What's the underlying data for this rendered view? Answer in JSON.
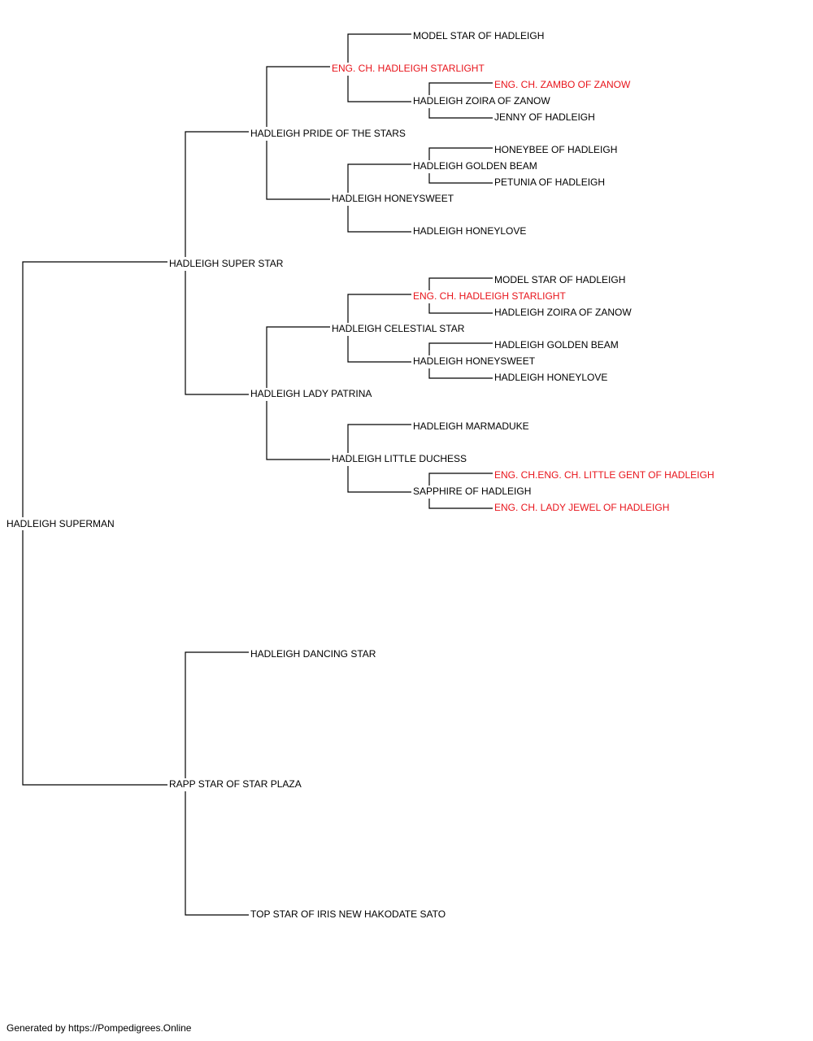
{
  "colors": {
    "line": "#000000",
    "text": "#000000",
    "champion": "#e8141b"
  },
  "pedigree": {
    "subject": {
      "name": "HADLEIGH SUPERMAN"
    },
    "sire": {
      "name": "HADLEIGH SUPER STAR"
    },
    "dam": {
      "name": "RAPP STAR OF STAR PLAZA"
    },
    "sire_sire": {
      "name": "HADLEIGH PRIDE OF THE STARS"
    },
    "sire_dam": {
      "name": "HADLEIGH LADY PATRINA"
    },
    "dam_sire": {
      "name": "HADLEIGH DANCING STAR"
    },
    "dam_dam": {
      "name": "TOP STAR OF IRIS NEW HAKODATE SATO"
    },
    "ss_sire": {
      "name": "ENG. CH. HADLEIGH STARLIGHT",
      "champion": true
    },
    "ss_dam": {
      "name": "HADLEIGH HONEYSWEET"
    },
    "sd_sire": {
      "name": "HADLEIGH CELESTIAL STAR"
    },
    "sd_dam": {
      "name": "HADLEIGH LITTLE DUCHESS"
    },
    "sss_sire": {
      "name": "MODEL STAR OF HADLEIGH"
    },
    "sss_dam": {
      "name": "HADLEIGH ZOIRA OF ZANOW"
    },
    "ssd_sire": {
      "name": "HADLEIGH GOLDEN BEAM"
    },
    "ssd_dam": {
      "name": "HADLEIGH HONEYLOVE"
    },
    "sds_sire": {
      "name": "ENG. CH. HADLEIGH STARLIGHT",
      "champion": true
    },
    "sds_dam": {
      "name": "HADLEIGH HONEYSWEET"
    },
    "sdd_sire": {
      "name": "HADLEIGH MARMADUKE"
    },
    "sdd_dam": {
      "name": "SAPPHIRE OF HADLEIGH"
    },
    "sssd_sire": {
      "name": "ENG. CH. ZAMBO OF ZANOW",
      "champion": true
    },
    "sssd_dam": {
      "name": "JENNY OF HADLEIGH"
    },
    "ssds_sire": {
      "name": "HONEYBEE OF HADLEIGH"
    },
    "ssds_dam": {
      "name": "PETUNIA OF HADLEIGH"
    },
    "sdss_sire": {
      "name": "MODEL STAR OF HADLEIGH"
    },
    "sdss_dam": {
      "name": "HADLEIGH ZOIRA OF ZANOW"
    },
    "sdsd_sire": {
      "name": "HADLEIGH GOLDEN BEAM"
    },
    "sdsd_dam": {
      "name": "HADLEIGH HONEYLOVE"
    },
    "sddd_sire": {
      "name": "ENG. CH.ENG. CH. LITTLE GENT OF HADLEIGH",
      "champion": true
    },
    "sddd_dam": {
      "name": "ENG. CH. LADY JEWEL OF HADLEIGH",
      "champion": true
    }
  },
  "footer": {
    "text": "Generated by https://Pompedigrees.Online"
  }
}
